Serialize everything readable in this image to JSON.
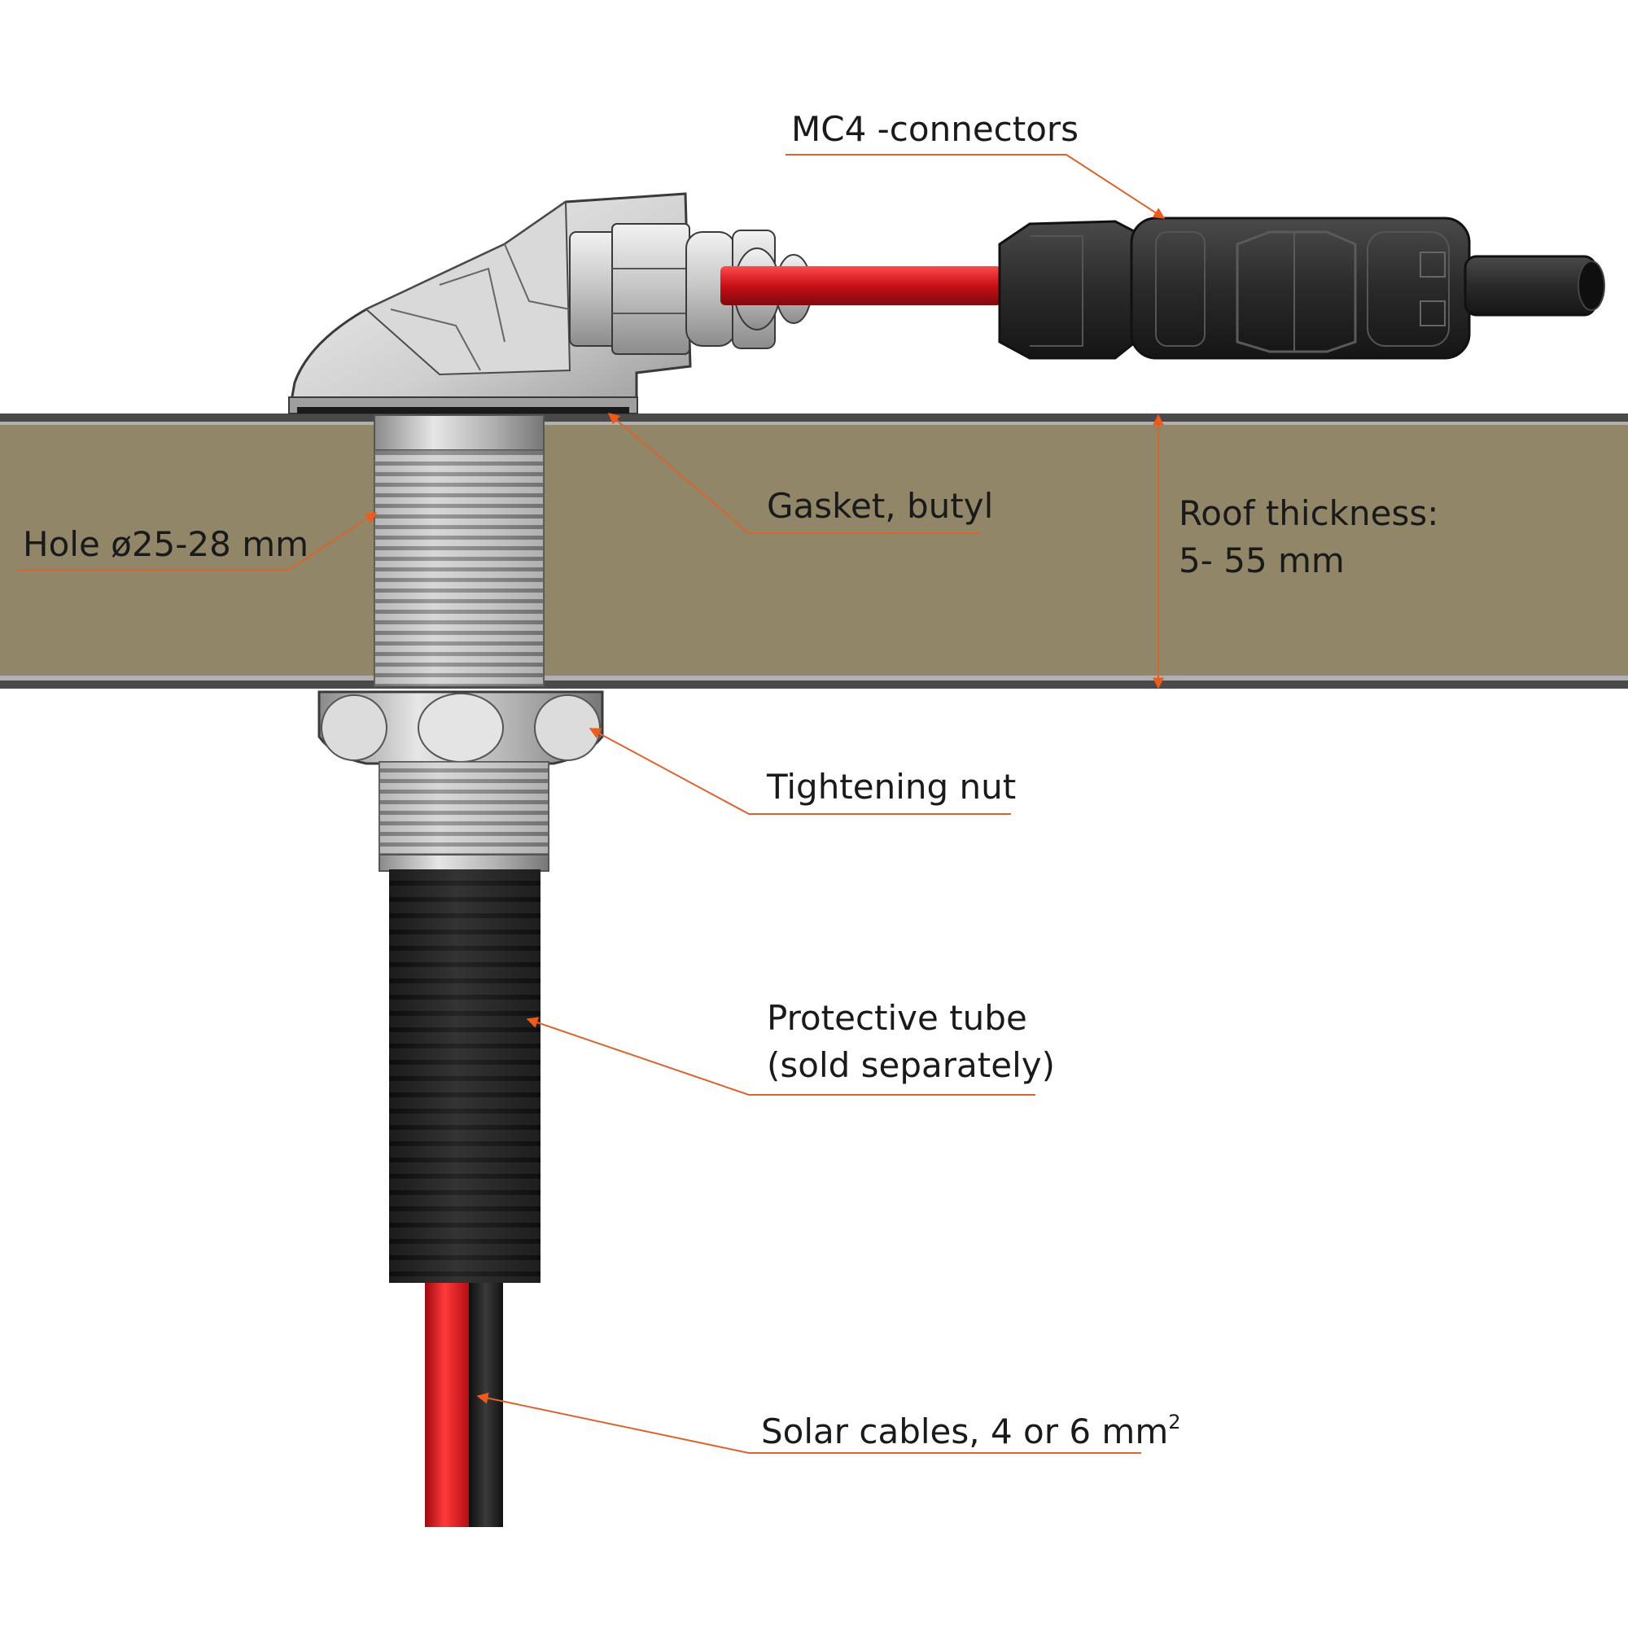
{
  "diagram": {
    "labels": {
      "mc4": "MC4 -connectors",
      "gasket": "Gasket, butyl",
      "hole": "Hole ø25-28 mm",
      "roof_line1": "Roof thickness:",
      "roof_line2": "5- 55 mm",
      "nut": "Tightening nut",
      "tube_line1": "Protective tube",
      "tube_line2": "(sold separately)",
      "cables_text": "Solar cables, 4 or 6 mm",
      "cables_superscript": "2"
    },
    "colors": {
      "roof": "#928669",
      "roof_edge": "#3c3c3c",
      "leader": "#d9642e",
      "arrow": "#f05a1a",
      "metal": "#c8c8c8",
      "red_cable": "#d0141c",
      "black_cable": "#1c1c1c",
      "connector": "#262626"
    }
  }
}
